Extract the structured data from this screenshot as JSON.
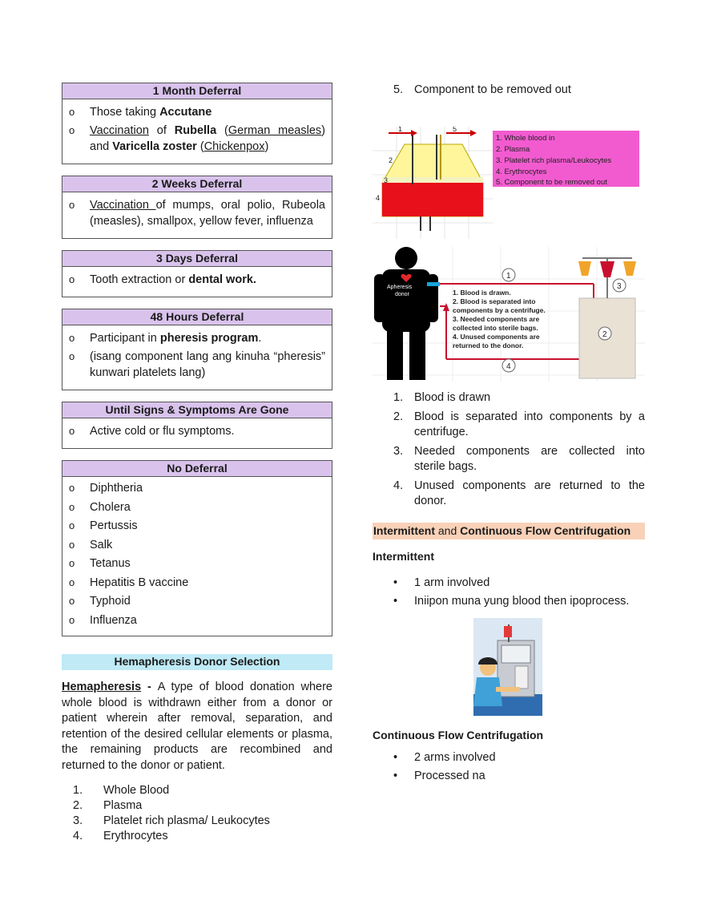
{
  "deferrals": [
    {
      "title": "1 Month Deferral",
      "items": [
        {
          "marker": "o",
          "parts": [
            {
              "t": "Those taking "
            },
            {
              "t": "Accutane",
              "b": true
            }
          ]
        },
        {
          "marker": "o",
          "parts": [
            {
              "t": "Vaccination",
              "u": true
            },
            {
              "t": " of "
            },
            {
              "t": "Rubella",
              "b": true
            },
            {
              "t": " ("
            },
            {
              "t": "German measles",
              "u": true
            },
            {
              "t": ") and "
            },
            {
              "t": "Varicella zoster",
              "b": true
            },
            {
              "t": " ("
            },
            {
              "t": "Chickenpox",
              "u": true
            },
            {
              "t": ")"
            }
          ]
        }
      ]
    },
    {
      "title": "2 Weeks Deferral",
      "items": [
        {
          "marker": "o",
          "parts": [
            {
              "t": "Vaccination ",
              "u": true
            },
            {
              "t": "of mumps, oral polio, Rubeola (measles), smallpox, yellow fever, influenza"
            }
          ]
        }
      ]
    },
    {
      "title": "3 Days Deferral",
      "items": [
        {
          "marker": "o",
          "parts": [
            {
              "t": "Tooth extraction or "
            },
            {
              "t": "dental work.",
              "b": true
            }
          ]
        }
      ]
    },
    {
      "title": "48 Hours Deferral",
      "items": [
        {
          "marker": "o",
          "parts": [
            {
              "t": "Participant in "
            },
            {
              "t": "pheresis program",
              "b": true
            },
            {
              "t": "."
            }
          ]
        },
        {
          "marker": "o",
          "parts": [
            {
              "t": "(isang component lang ang kinuha “pheresis” kunwari platelets lang)"
            }
          ]
        }
      ]
    },
    {
      "title": "Until Signs & Symptoms Are Gone",
      "items": [
        {
          "marker": "o",
          "parts": [
            {
              "t": "Active cold or flu symptoms."
            }
          ]
        }
      ]
    },
    {
      "title": "No Deferral",
      "items": [
        {
          "marker": "o",
          "parts": [
            {
              "t": "Diphtheria"
            }
          ]
        },
        {
          "marker": "o",
          "parts": [
            {
              "t": "Cholera"
            }
          ]
        },
        {
          "marker": "o",
          "parts": [
            {
              "t": "Pertussis"
            }
          ]
        },
        {
          "marker": "o",
          "parts": [
            {
              "t": "Salk"
            }
          ]
        },
        {
          "marker": "o",
          "parts": [
            {
              "t": "Tetanus"
            }
          ]
        },
        {
          "marker": "o",
          "parts": [
            {
              "t": "Hepatitis B vaccine"
            }
          ]
        },
        {
          "marker": "o",
          "parts": [
            {
              "t": "Typhoid"
            }
          ]
        },
        {
          "marker": "o",
          "parts": [
            {
              "t": "Influenza"
            }
          ]
        }
      ]
    }
  ],
  "hema": {
    "heading": "Hemapheresis Donor Selection",
    "term": "Hemapheresis",
    "dash": " - ",
    "definition": "A type of blood donation where whole blood is withdrawn either from a donor or patient wherein after removal, separation, and retention of the desired cellular elements or plasma, the remaining products are recombined and returned to the donor or patient.",
    "list": [
      {
        "n": "1.",
        "t": "Whole Blood"
      },
      {
        "n": "2.",
        "t": "Plasma"
      },
      {
        "n": "3.",
        "t": "Platelet rich plasma/ Leukocytes"
      },
      {
        "n": "4.",
        "t": "Erythrocytes"
      }
    ]
  },
  "right_top_item": {
    "n": "5.",
    "t": "Component to be removed out"
  },
  "fig1": {
    "arrow_labels": [
      "1",
      "5"
    ],
    "side_labels": [
      "2",
      "3",
      "4"
    ],
    "legend": [
      "1.   Whole blood in",
      "2.   Plasma",
      "3.   Platelet rich plasma/Leukocytes",
      "4.   Erythrocytes",
      "5.   Component to be removed out"
    ]
  },
  "fig2": {
    "donor_label_1": "Apheresis",
    "donor_label_2": "donor",
    "steps": [
      "1. Blood is drawn.",
      "2. Blood is separated into",
      "components by a centrifuge.",
      "3. Needed components are",
      "collected into sterile bags.",
      "4. Unused components are",
      "returned to the donor."
    ],
    "circles": [
      "1",
      "2",
      "3",
      "4"
    ]
  },
  "process_list": [
    {
      "n": "1.",
      "t": "Blood is drawn"
    },
    {
      "n": "2.",
      "t": "Blood is separated into components by a centrifuge."
    },
    {
      "n": "3.",
      "t": "Needed components are collected into sterile bags."
    },
    {
      "n": "4.",
      "t": "Unused components are returned to the donor."
    }
  ],
  "centrifugation": {
    "heading_bold1": "Intermittent",
    "heading_mid": " and ",
    "heading_bold2": "Continuous Flow Centrifugation",
    "intermittent_title": "Intermittent",
    "intermittent_items": [
      "1 arm involved",
      "Iniipon muna yung blood then ipoprocess."
    ],
    "continuous_title": "Continuous Flow Centrifugation",
    "continuous_items": [
      "2 arms involved",
      "Processed na"
    ]
  },
  "colors": {
    "deferral_header": "#d9c3ec",
    "hema_header": "#bfeaf6",
    "centrifugation_header": "#f9d1b8",
    "legend_pink": "#f25bd0",
    "blood_red": "#e8101a"
  }
}
